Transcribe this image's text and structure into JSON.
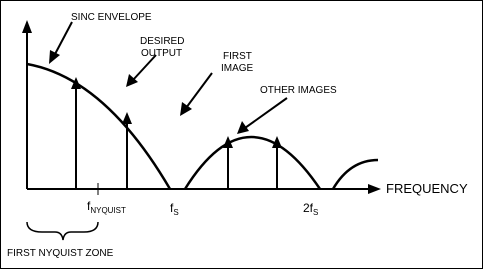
{
  "labels": {
    "sinc_envelope": "SINC ENVELOPE",
    "desired_output_1": "DESIRED",
    "desired_output_2": "OUTPUT",
    "first_image_1": "FIRST",
    "first_image_2": "IMAGE",
    "other_images": "OTHER IMAGES",
    "frequency_axis": "FREQUENCY",
    "first_nyquist_zone": "FIRST NYQUIST ZONE"
  },
  "ticks": {
    "f_nyquist_main": "f",
    "f_nyquist_sub": "NYQUIST",
    "fs_main": "f",
    "fs_sub": "S",
    "two_fs_main": "2f",
    "two_fs_sub": "S"
  }
}
